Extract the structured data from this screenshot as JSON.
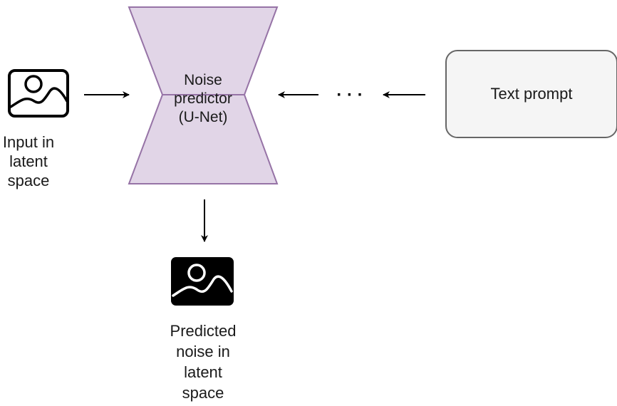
{
  "diagram": {
    "input": {
      "label": "Input in\nlatent\nspace",
      "icon": "image-outline-icon"
    },
    "predictor": {
      "label": "Noise\npredictor\n(U-Net)",
      "fill": "#e1d5e7",
      "stroke": "#9673a6"
    },
    "prompt": {
      "label": "Text prompt",
      "fill": "#f5f5f5",
      "stroke": "#666666"
    },
    "output": {
      "label": "Predicted\nnoise in\nlatent\nspace",
      "icon": "image-filled-icon"
    },
    "ellipsis": "· · ·"
  }
}
